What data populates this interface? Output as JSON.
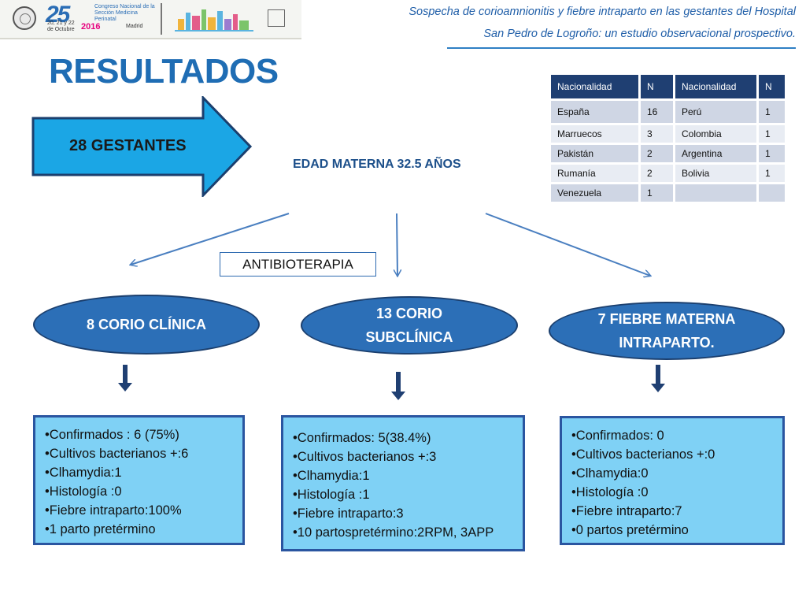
{
  "header": {
    "logo_number": "25",
    "logo_dates": "20, 21 y 22 de Octubre",
    "logo_year": "2016",
    "logo_congress": "Congreso Nacional de la Sección Medicina Perinatal",
    "logo_city": "Madrid",
    "title_line1": "Sospecha de corioamnionitis y fiebre intraparto  en las gestantes del Hospital",
    "title_line2": "San Pedro de Logroño: un estudio observacional prospectivo."
  },
  "main": {
    "title": "RESULTADOS",
    "arrow_label": "28 GESTANTES",
    "edad": "EDAD MATERNA 32.5 AÑOS",
    "antibioterapia": "ANTIBIOTERAPIA"
  },
  "table": {
    "headers": [
      "Nacionalidad",
      "N",
      "Nacionalidad",
      "N"
    ],
    "rows": [
      [
        "España",
        "16",
        "Perú",
        "1"
      ],
      [
        "Marruecos",
        "3",
        "Colombia",
        "1"
      ],
      [
        "Pakistán",
        "2",
        "Argentina",
        "1"
      ],
      [
        "Rumanía",
        "2",
        "Bolivia",
        "1"
      ],
      [
        "Venezuela",
        "1",
        "",
        ""
      ]
    ]
  },
  "groups": [
    {
      "label": "8 CORIO CLÍNICA",
      "items": [
        "Confirmados : 6 (75%)",
        "Cultivos bacterianos  +:6",
        "Clhamydia:1",
        "Histología :0",
        "Fiebre intraparto:100%",
        "1 parto pretérmino"
      ]
    },
    {
      "label_line1": "13 CORIO",
      "label_line2": "SUBCLÍNICA",
      "items": [
        "Confirmados:  5(38.4%)",
        "Cultivos bacterianos  +:3",
        "Clhamydia:1",
        "Histología :1",
        "Fiebre intraparto:3",
        "10 partospretérmino:2RPM, 3APP"
      ]
    },
    {
      "label_line1": "7 FIEBRE MATERNA",
      "label_line2": "INTRAPARTO.",
      "items": [
        "Confirmados: 0",
        "Cultivos bacterianos  +:0",
        "Clhamydia:0",
        "Histología :0",
        "Fiebre intraparto:7",
        "0 partos pretérmino"
      ]
    }
  ],
  "colors": {
    "accent_blue": "#1f6db4",
    "arrow_fill": "#1ba6e5",
    "ellipse_fill": "#2c6fb7",
    "box_fill": "#7fd1f5",
    "table_header": "#1f3f72"
  }
}
